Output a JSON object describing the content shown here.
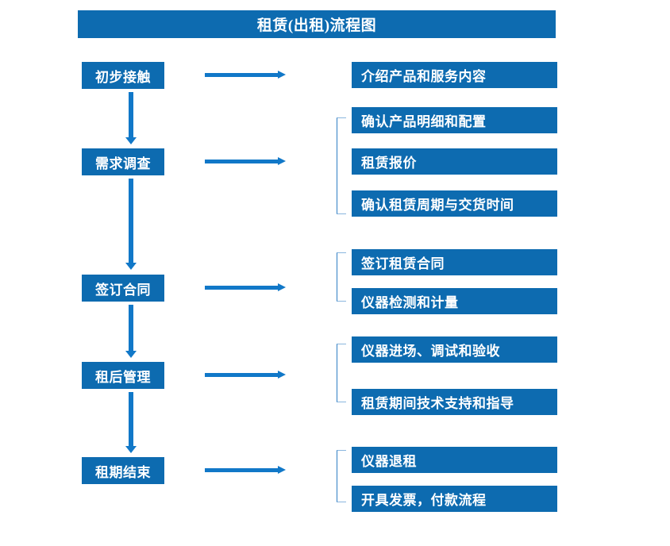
{
  "header": {
    "title": "租赁(出租)流程图"
  },
  "colors": {
    "box_blue": "#0d6bb0",
    "arrow_blue": "#1178c8",
    "bracket_blue": "#2f7ec4",
    "text": "#ffffff",
    "background": "#ffffff"
  },
  "chart_data": {
    "type": "diagram",
    "title": "租赁(出租)流程图",
    "stages": [
      {
        "stage": "初步接触",
        "details": [
          "介绍产品和服务内容"
        ]
      },
      {
        "stage": "需求调查",
        "details": [
          "确认产品明细和配置",
          "租赁报价",
          "确认租赁周期与交货时间"
        ]
      },
      {
        "stage": "签订合同",
        "details": [
          "签订租赁合同",
          "仪器检测和计量"
        ]
      },
      {
        "stage": "租后管理",
        "details": [
          "仪器进场、调试和验收",
          "租赁期间技术支持和指导"
        ]
      },
      {
        "stage": "租期结束",
        "details": [
          "仪器退租",
          "开具发票，付款流程"
        ]
      }
    ]
  },
  "flow": {
    "stages": [
      {
        "label": "初步接触"
      },
      {
        "label": "需求调查"
      },
      {
        "label": "签订合同"
      },
      {
        "label": "租后管理"
      },
      {
        "label": "租期结束"
      }
    ],
    "details": [
      {
        "label": "介绍产品和服务内容"
      },
      {
        "label": "确认产品明细和配置"
      },
      {
        "label": "租赁报价"
      },
      {
        "label": "确认租赁周期与交货时间"
      },
      {
        "label": "签订租赁合同"
      },
      {
        "label": "仪器检测和计量"
      },
      {
        "label": "仪器进场、调试和验收"
      },
      {
        "label": "租赁期间技术支持和指导"
      },
      {
        "label": "仪器退租"
      },
      {
        "label": "开具发票，付款流程"
      }
    ],
    "icons": {
      "down_arrow": "down-arrow-icon",
      "right_arrow": "right-arrow-icon",
      "bracket": "bracket-connector-icon"
    }
  }
}
